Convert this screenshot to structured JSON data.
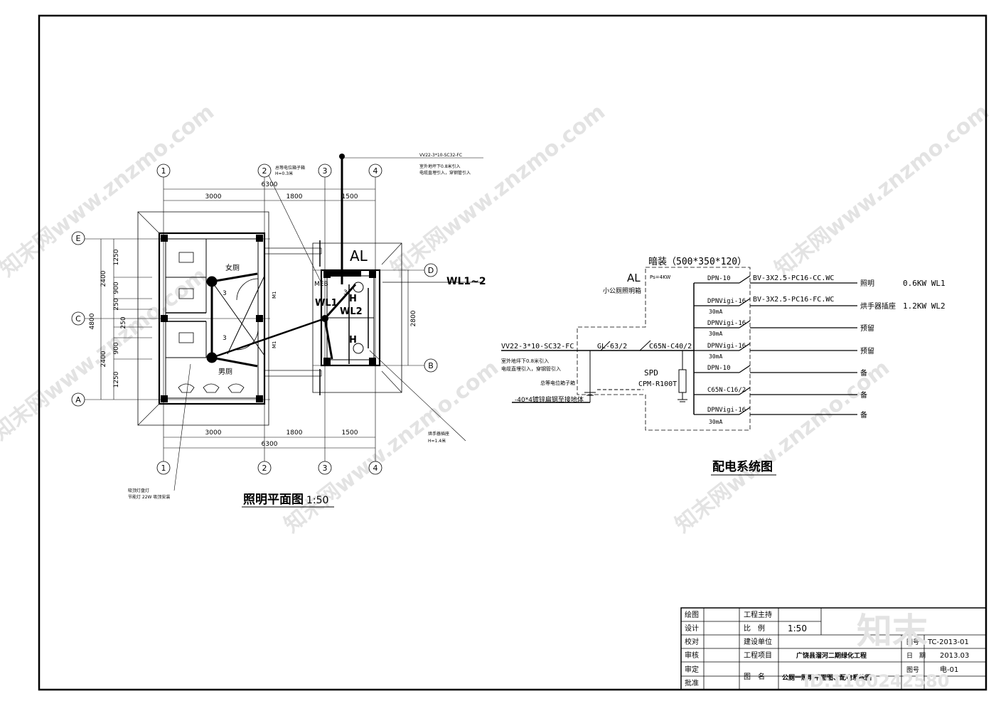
{
  "watermark": {
    "text": "知末网www.znzmo.com",
    "logo": "知末",
    "id_text": "ID:1160242580"
  },
  "plan": {
    "title": "照明平面图",
    "scale": "1:50",
    "axis_numbers": [
      "1",
      "2",
      "3",
      "4"
    ],
    "axis_letters": [
      "E",
      "D",
      "C",
      "B",
      "A"
    ],
    "dims_top": [
      "3000",
      "1800",
      "1500"
    ],
    "dim_total": "6300",
    "dims_left": [
      "1250",
      "900",
      "250",
      "250",
      "900",
      "1250"
    ],
    "dims_left_outer": [
      "2400",
      "4800",
      "2400"
    ],
    "dim_right": "2800",
    "panel_label": "AL",
    "circuit_label": "WL1~2",
    "wl1": "WL1",
    "wl2": "WL2",
    "meb": "MEB",
    "h_label": "H",
    "room_women": "女厕",
    "room_men": "男厕",
    "door": "M1",
    "wire_count": "3",
    "note_top_left_1": "总等电位箱子箱",
    "note_top_left_2": "H=0.3米",
    "note_top_right_1": "VV22-3*10-SC32-FC",
    "note_top_right_2": "室外地坪下0.8米引入",
    "note_top_right_3": "电缆直埋引入，穿钢管引入",
    "note_bottom_right_1": "烘手器插座",
    "note_bottom_right_2": "H=1.4米",
    "note_bottom_left_1": "吸顶灯盘灯",
    "note_bottom_left_2": "节能灯 22W 吸顶安装"
  },
  "system": {
    "title": "配电系统图",
    "box_size": "暗装（500*350*120）",
    "panel": "AL",
    "ps": "Ps=4KW",
    "panel_desc": "小公厕照明箱",
    "incoming": "VV22-3*10-SC32-FC",
    "incoming_note1": "室外地坪下0.8米引入",
    "incoming_note2": "电缆直埋引入，穿钢管引入",
    "main_isolator": "GL-63/2",
    "main_breaker": "C65N-C40/2",
    "spd": "SPD",
    "spd_model": "CPM-R100T",
    "earth_box": "总等电位箱子箱",
    "earth_bar": "-40*4镀锌扁钢至接地体",
    "circuits": [
      {
        "breaker": "DPN-10",
        "rcd": "",
        "cable": "BV-3X2.5-PC16-CC.WC",
        "use": "照明",
        "load": "0.6KW WL1"
      },
      {
        "breaker": "DPNVigi-16",
        "rcd": "30mA",
        "cable": "BV-3X2.5-PC16-FC.WC",
        "use": "烘手器插座",
        "load": "1.2KW WL2"
      },
      {
        "breaker": "DPNVigi-16",
        "rcd": "30mA",
        "cable": "",
        "use": "预留",
        "load": ""
      },
      {
        "breaker": "DPNVigi-16",
        "rcd": "30mA",
        "cable": "",
        "use": "预留",
        "load": ""
      },
      {
        "breaker": "DPN-10",
        "rcd": "",
        "cable": "",
        "use": "备",
        "load": ""
      },
      {
        "breaker": "C65N-C16/2",
        "rcd": "",
        "cable": "",
        "use": "备",
        "load": ""
      },
      {
        "breaker": "DPNVigi-16",
        "rcd": "30mA",
        "cable": "",
        "use": "备",
        "load": ""
      }
    ]
  },
  "titleblock": {
    "rows_left": [
      "绘图",
      "设计",
      "校对",
      "审核",
      "审定",
      "批准"
    ],
    "rows_mid": [
      "工程主持",
      "比　例",
      "建设单位",
      "工程项目",
      "",
      "图　名"
    ],
    "scale_value": "1:50",
    "project": "广饶县溜河二期绿化工程",
    "drawing_name": "公厕一照明平面图、配电系统图",
    "number_label": "图号",
    "number_value": "TC-2013-01",
    "date_label": "日　期",
    "date_value": "2013.03",
    "sheet_label": "图号",
    "sheet_value": "电-01"
  }
}
